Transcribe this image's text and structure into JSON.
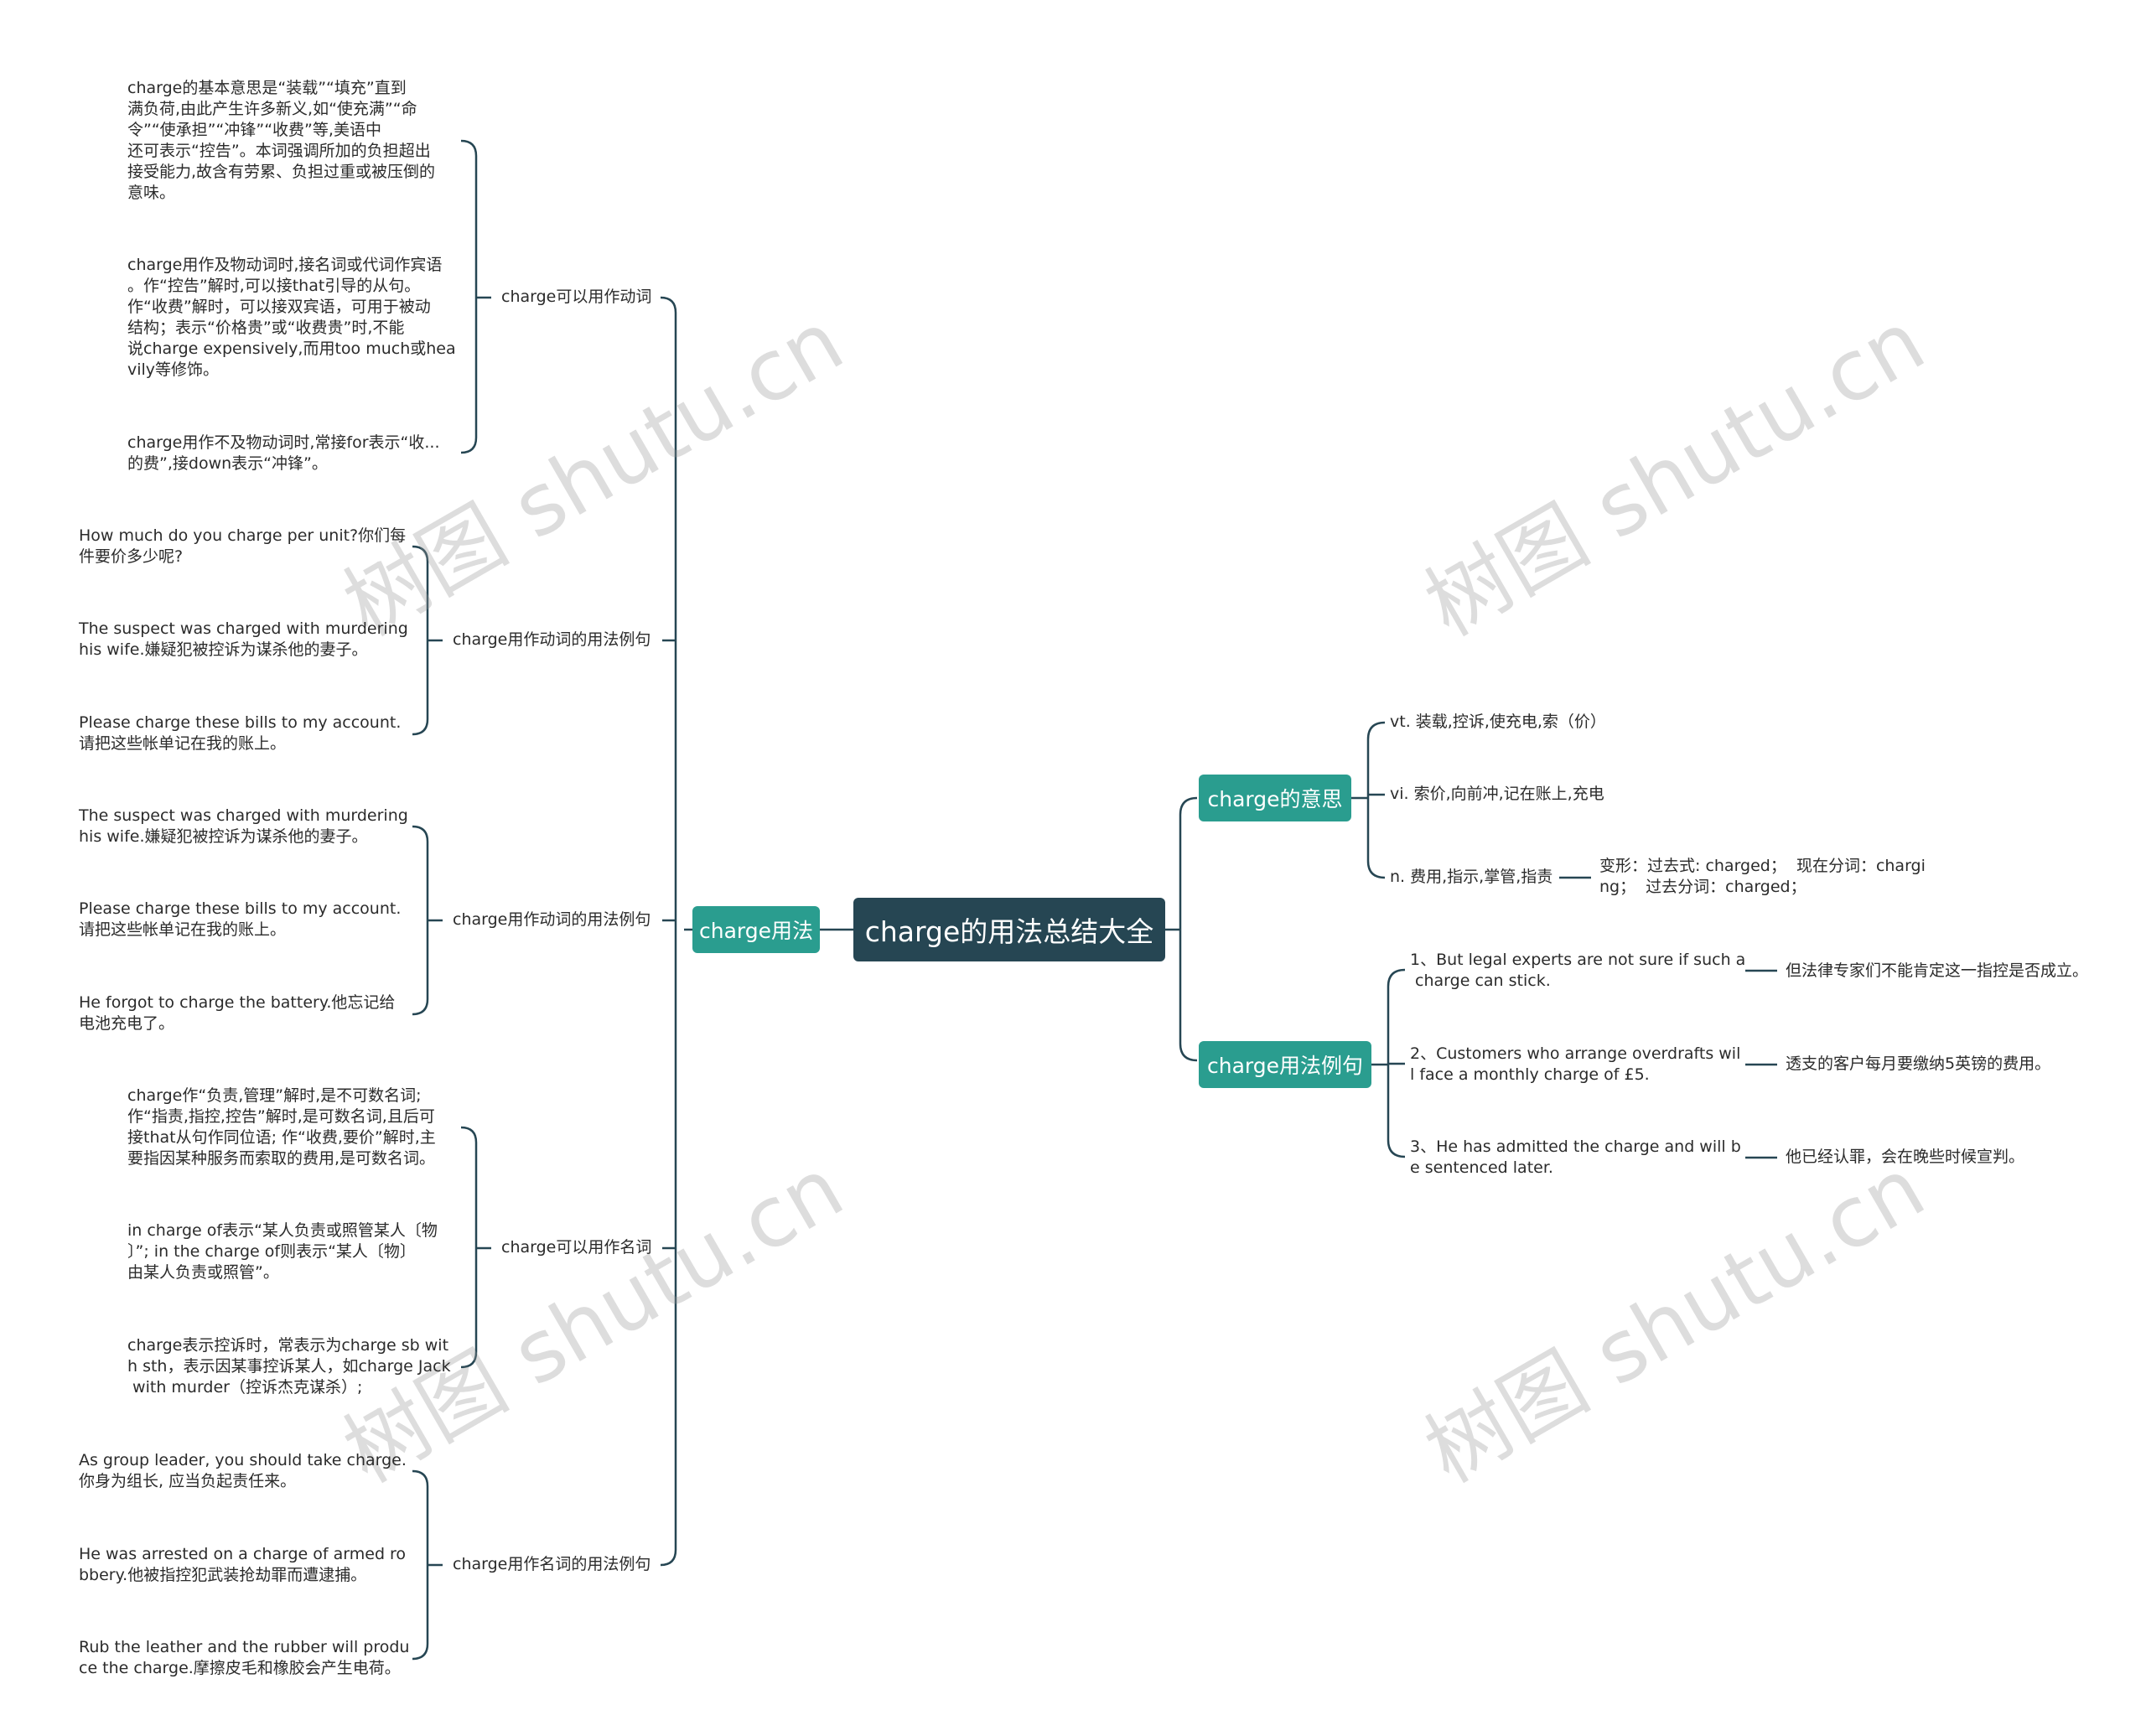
{
  "root": {
    "title": "charge的用法总结大全"
  },
  "left_branch": {
    "title": "charge用法",
    "groups": [
      {
        "label": "charge可以用作动词",
        "leaves": [
          "charge的基本意思是“装载”“填充”直到\n满负荷,由此产生许多新义,如“使充满”“命\n令”“使承担”“冲锋”“收费”等,美语中\n还可表示“控告”。本词强调所加的负担超出\n接受能力,故含有劳累、负担过重或被压倒的\n意味。",
          "charge用作及物动词时,接名词或代词作宾语\n。作“控告”解时,可以接that引导的从句。\n作“收费”解时，可以接双宾语，可用于被动\n结构；表示“价格贵”或“收费贵”时,不能\n说charge expensively,而用too much或hea\nvily等修饰。",
          "charge用作不及物动词时,常接for表示“收...\n的费”,接down表示“冲锋”。"
        ]
      },
      {
        "label": "charge用作动词的用法例句",
        "leaves": [
          "How much do you charge per unit?你们每\n件要价多少呢?",
          "The suspect was charged with murdering\nhis wife.嫌疑犯被控诉为谋杀他的妻子。",
          "Please charge these bills to my account.\n请把这些帐单记在我的账上。"
        ]
      },
      {
        "label": "charge用作动词的用法例句",
        "leaves": [
          "The suspect was charged with murdering\nhis wife.嫌疑犯被控诉为谋杀他的妻子。",
          "Please charge these bills to my account.\n请把这些帐单记在我的账上。",
          "He forgot to charge the battery.他忘记给\n电池充电了。"
        ]
      },
      {
        "label": "charge可以用作名词",
        "leaves": [
          "charge作“负责,管理”解时,是不可数名词;\n作“指责,指控,控告”解时,是可数名词,且后可\n接that从句作同位语; 作“收费,要价”解时,主\n要指因某种服务而索取的费用,是可数名词。",
          "in charge of表示“某人负责或照管某人〔物\n〕”; in the charge of则表示“某人〔物〕\n由某人负责或照管”。",
          "charge表示控诉时，常表示为charge sb wit\nh sth，表示因某事控诉某人，如charge Jack\n with murder（控诉杰克谋杀）;"
        ]
      },
      {
        "label": "charge用作名词的用法例句",
        "leaves": [
          "As group leader, you should take charge.\n你身为组长, 应当负起责任来。",
          "He was arrested on a charge of armed ro\nbbery.他被指控犯武装抢劫罪而遭逮捕。",
          "Rub the leather and the rubber will produ\nce the charge.摩擦皮毛和橡胶会产生电荷。"
        ]
      }
    ]
  },
  "right_meaning": {
    "title": "charge的意思",
    "items": [
      "vt. 装载,控诉,使充电,索（价）",
      "vi. 索价,向前冲,记在账上,充电",
      "n. 费用,指示,掌管,指责"
    ],
    "inflection": "变形：过去式: charged；  现在分词：chargi\nng；  过去分词：charged；"
  },
  "right_examples": {
    "title": "charge用法例句",
    "items": [
      {
        "en": "1、But legal experts are not sure if such a\n charge can stick.",
        "zh": "但法律专家们不能肯定这一指控是否成立。"
      },
      {
        "en": "2、Customers who arrange overdrafts wil\nl face a monthly charge of £5.",
        "zh": "透支的客户每月要缴纳5英镑的费用。"
      },
      {
        "en": "3、He has admitted the charge and will b\ne sentenced later.",
        "zh": "他已经认罪，会在晚些时候宣判。"
      }
    ]
  },
  "watermark": "树图 shutu.cn"
}
